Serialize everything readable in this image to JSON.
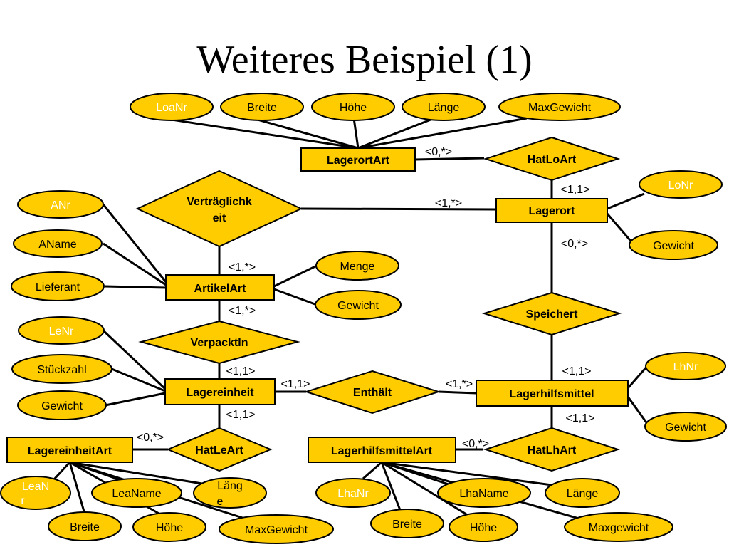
{
  "title": "Weiteres Beispiel (1)",
  "colors": {
    "fill": "#FFCC00",
    "stroke": "#000000",
    "key_attribute_text": "#FFFFFF"
  },
  "entities": {
    "lagerortart": "LagerortArt",
    "lagerort": "Lagerort",
    "artikelart": "ArtikelArt",
    "lagereinheit": "Lagereinheit",
    "lagerhilfsmittel": "Lagerhilfsmittel",
    "lagereinheitart": "LagereinheitArt",
    "lagerhilfsmittelart": "LagerhilfsmittelArt"
  },
  "relationships": {
    "hatloart": "HatLoArt",
    "vertraeglichkeit_l1": "Verträglichk",
    "vertraeglichkeit_l2": "eit",
    "speichert": "Speichert",
    "verpacktin": "VerpacktIn",
    "enthaelt": "Enthält",
    "hatleart": "HatLeArt",
    "hatlhart": "HatLhArt"
  },
  "attributes": {
    "loanr": "LoaNr",
    "loa_breite": "Breite",
    "loa_hoehe": "Höhe",
    "loa_laenge": "Länge",
    "loa_maxgewicht": "MaxGewicht",
    "lonr": "LoNr",
    "lo_gewicht": "Gewicht",
    "anr": "ANr",
    "aname": "AName",
    "lieferant": "Lieferant",
    "menge": "Menge",
    "va_gewicht": "Gewicht",
    "lenr": "LeNr",
    "stueckzahl": "Stückzahl",
    "le_gewicht": "Gewicht",
    "lhnr": "LhNr",
    "lh_gewicht": "Gewicht",
    "leanr_l1": "LeaN",
    "leanr_l2": "r",
    "leaname": "LeaName",
    "lea_laenge_l1": "Läng",
    "lea_laenge_l2": "e",
    "lea_breite": "Breite",
    "lea_hoehe": "Höhe",
    "lea_maxgewicht": "MaxGewicht",
    "lhanr": "LhaNr",
    "lhaname": "LhaName",
    "lha_laenge": "Länge",
    "lha_breite": "Breite",
    "lha_hoehe": "Höhe",
    "lha_maxgewicht": "Maxgewicht"
  },
  "cardinalities": {
    "loa_hatloart": "<0,*>",
    "lo_hatloart": "<1,1>",
    "lo_vertraeglichkeit": "<1,*>",
    "lo_speichert": "<0,*>",
    "art_vertraeglichkeit": "<1,*>",
    "art_verpacktin": "<1,*>",
    "le_verpacktin": "<1,1>",
    "le_enthaelt": "<1,1>",
    "le_hatleart": "<1,1>",
    "lh_enthaelt": "<1,*>",
    "lh_speichert": "<1,1>",
    "lh_hatlhart": "<1,1>",
    "lea_hatleart": "<0,*>",
    "lha_hatlhart": "<0,*>"
  }
}
